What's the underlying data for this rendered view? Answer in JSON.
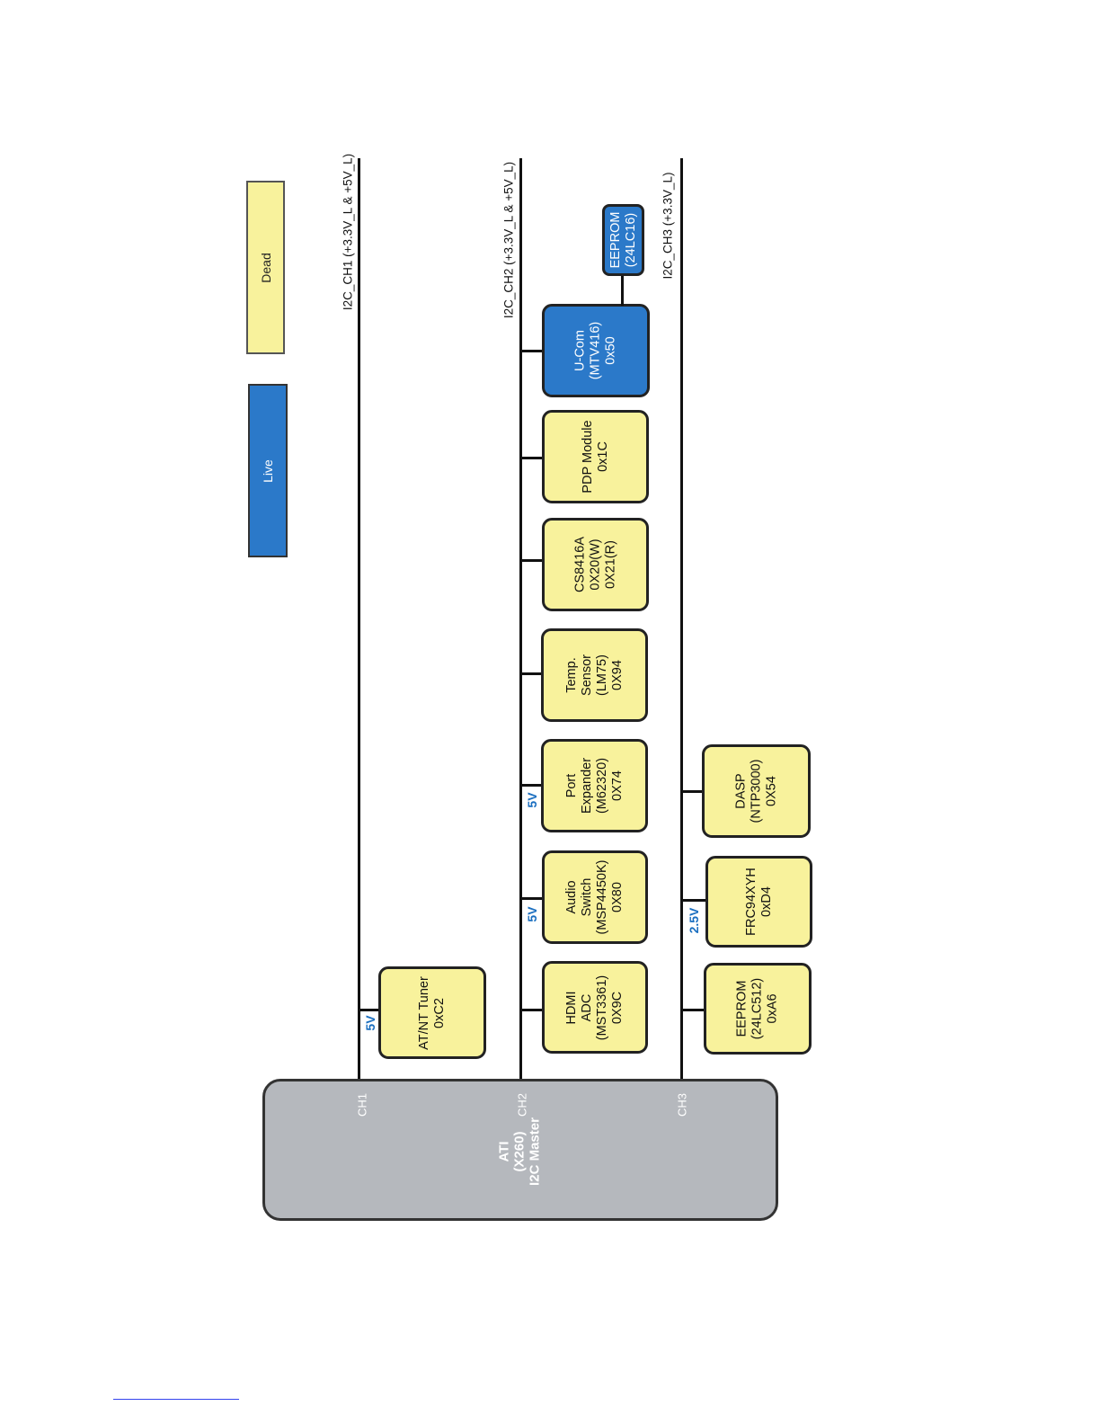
{
  "legend": {
    "live": "Live",
    "dead": "Dead"
  },
  "colors": {
    "live": "#2b79c9",
    "dead": "#f8f29c",
    "master": "#b5b8bd",
    "voltage": "#1b6fc0"
  },
  "master": {
    "line1": "ATI",
    "line2": "(X260)",
    "line3": "I2C Master",
    "ch1": "CH1",
    "ch2": "CH2",
    "ch3": "CH3"
  },
  "buses": {
    "ch1": "I2C_CH1 (+3.3V_L & +5V_L)",
    "ch2": "I2C_CH2 (+3.3V_L & +5V_L)",
    "ch3": "I2C_CH3 (+3.3V_L)"
  },
  "devices": {
    "tuner": {
      "l1": "AT/NT Tuner",
      "l2": "0xC2",
      "voltage": "5V",
      "status": "dead"
    },
    "hdmi_adc": {
      "l1": "HDMI",
      "l2": "ADC",
      "l3": "(MST3361)",
      "l4": "0X9C",
      "status": "dead"
    },
    "audio_switch": {
      "l1": "Audio",
      "l2": "Switch",
      "l3": "(MSP4450K)",
      "l4": "0X80",
      "voltage": "5V",
      "status": "dead"
    },
    "port_expander": {
      "l1": "Port",
      "l2": "Expander",
      "l3": "(M62320)",
      "l4": "0X74",
      "voltage": "5V",
      "status": "dead"
    },
    "temp_sensor": {
      "l1": "Temp.",
      "l2": "Sensor",
      "l3": "(LM75)",
      "l4": "0X94",
      "status": "dead"
    },
    "cs8416a": {
      "l1": "CS8416A",
      "l2": "0X20(W)",
      "l3": "0X21(R)",
      "status": "dead"
    },
    "pdp_module": {
      "l1": "PDP Module",
      "l2": "0x1C",
      "status": "dead"
    },
    "ucom": {
      "l1": "U-Com",
      "l2": "(MTV416)",
      "l3": "0x50",
      "status": "live"
    },
    "eeprom_24lc16": {
      "l1": "EEPROM",
      "l2": "(24LC16)",
      "status": "live"
    },
    "eeprom_24lc512": {
      "l1": "EEPROM",
      "l2": "(24LC512)",
      "l3": "0xA6",
      "status": "dead"
    },
    "frc": {
      "l1": "FRC94XYH",
      "l2": "0xD4",
      "voltage": "2.5V",
      "status": "dead"
    },
    "dasp": {
      "l1": "DASP",
      "l2": "(NTP3000)",
      "l3": "0X54",
      "status": "dead"
    }
  }
}
